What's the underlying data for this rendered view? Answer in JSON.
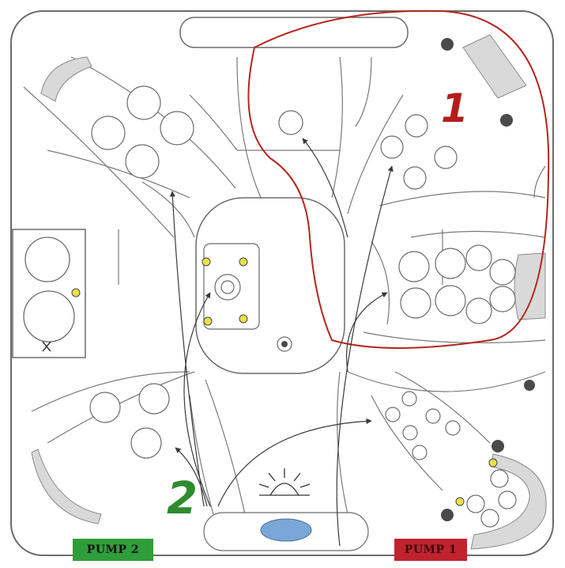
{
  "labels": {
    "pump2": "PUMP 2",
    "pump1": "PUMP 1",
    "zone1": "1",
    "zone2": "2"
  },
  "colors": {
    "outline": "#6b6b6b",
    "panel_fill": "#ffffff",
    "headrest_gray": "#d9d9d9",
    "zone1_highlight": "#b3261e",
    "zone1_number": "#b51c1c",
    "zone2_number": "#2e8b2e",
    "arrow_dark": "#3a3a3a",
    "air_dot_yellow": "#e8e24a",
    "pump2_bg": "#2f9e3a",
    "pump2_text": "#111111",
    "pump1_bg": "#c0232e",
    "pump1_text": "#3a0a0a",
    "light_blue": "#7aa7d6"
  },
  "icons": {
    "light": "sunrise-icon",
    "control": "control-panel-icon"
  }
}
